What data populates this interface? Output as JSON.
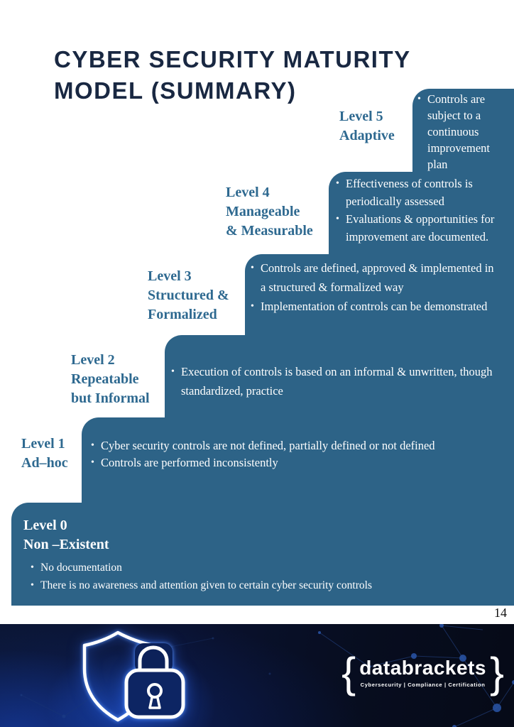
{
  "title": {
    "line1": "CYBER SECURITY MATURITY",
    "line2": "MODEL (SUMMARY)"
  },
  "page_number": "14",
  "colors": {
    "step_blue": "#2d6387",
    "label_blue": "#2e6990",
    "title_navy": "#192842",
    "footer_bg": "#070d1f",
    "neon_stroke": "#ffffff",
    "glow_blue": "#1e55d7"
  },
  "levels": [
    {
      "name": "level-5",
      "label_lines": [
        "Level 5",
        "Adaptive"
      ],
      "bullets": [
        "Controls are subject to a continuous improvement plan"
      ]
    },
    {
      "name": "level-4",
      "label_lines": [
        "Level 4",
        "Manageable",
        "& Measurable"
      ],
      "bullets": [
        "Effectiveness of controls is periodically assessed",
        "Evaluations & opportunities for improvement are documented."
      ]
    },
    {
      "name": "level-3",
      "label_lines": [
        "Level 3",
        "Structured &",
        "Formalized"
      ],
      "bullets": [
        "Controls are defined, approved & implemented in a structured & formalized way",
        "Implementation of controls can be demonstrated"
      ]
    },
    {
      "name": "level-2",
      "label_lines": [
        "Level 2",
        "Repeatable",
        "but Informal"
      ],
      "bullets": [
        "Execution of controls is based on an informal & unwritten, though standardized, practice"
      ]
    },
    {
      "name": "level-1",
      "label_lines": [
        "Level 1",
        "Ad–hoc"
      ],
      "bullets": [
        "Cyber security controls are not defined, partially defined or not defined",
        "Controls are performed inconsistently"
      ]
    },
    {
      "name": "level-0",
      "label_lines": [
        "Level 0",
        "Non –Existent"
      ],
      "bullets": [
        "No documentation",
        "There is no awareness and attention given to certain cyber security controls"
      ]
    }
  ],
  "footer": {
    "brace_left": "{",
    "brace_right": "}",
    "logo_text": "databrackets",
    "tagline": "Cybersecurity | Compliance | Certification",
    "icons": {
      "shield_lock": "shield-lock-icon",
      "network": "network-nodes-decoration"
    }
  }
}
